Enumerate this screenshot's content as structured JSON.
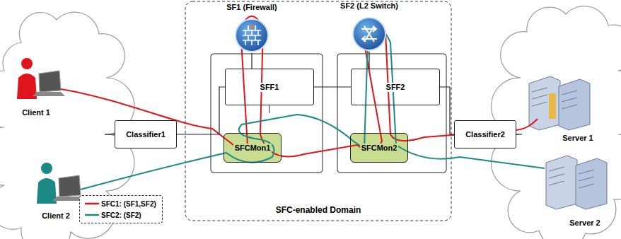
{
  "diagram": {
    "nodes": [
      {
        "text": [
          "SFC-enabled Domain"
        ]
      },
      {
        "text": [
          "SF1 (Firewall)"
        ],
        "in": 0
      },
      {
        "text": [
          "SF2 (L2 Switch)"
        ],
        "in": 0
      },
      {
        "text": [
          "SFF1"
        ],
        "in": 0
      },
      {
        "text": [
          "SFCMon1"
        ],
        "in": 0
      },
      {
        "text": [
          "SFF2"
        ],
        "in": 0
      },
      {
        "text": [
          "SFCMon2"
        ],
        "in": 0
      },
      {
        "text": [
          "Client 1"
        ]
      },
      {
        "text": [
          "Client 2"
        ]
      },
      {
        "text": [
          "Classifier1"
        ]
      },
      {
        "text": [
          "Classifier2"
        ]
      },
      {
        "text": [
          "Server 1"
        ]
      },
      {
        "text": [
          "Server 2"
        ]
      }
    ],
    "edges": [
      {
        "from": 9,
        "to": 3,
        "arrow": "none"
      },
      {
        "from": 3,
        "to": 5,
        "arrow": "none"
      },
      {
        "from": 5,
        "to": 10,
        "arrow": "none"
      },
      {
        "from": 1,
        "to": 3,
        "arrow": "none"
      },
      {
        "from": 2,
        "to": 5,
        "arrow": "none"
      }
    ],
    "legend": [
      {
        "text": "SFC1: (SF1,SF2)"
      },
      {
        "text": "SFC2: (SF2)"
      }
    ]
  }
}
